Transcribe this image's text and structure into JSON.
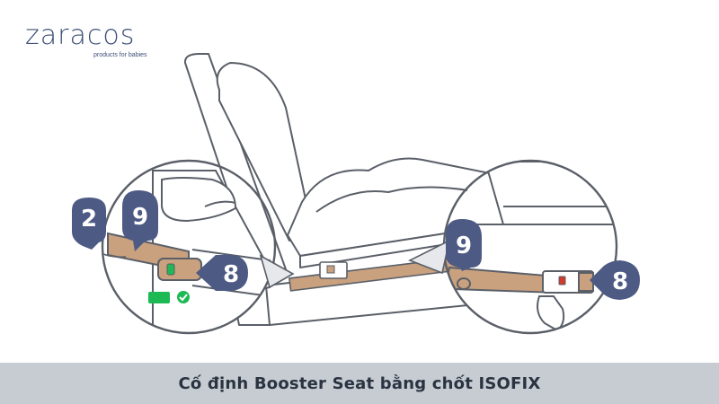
{
  "brand": {
    "name": "zaracos",
    "tagline": "products for babies"
  },
  "diagram": {
    "callouts": [
      {
        "id": "left-2",
        "label": "2"
      },
      {
        "id": "left-9",
        "label": "9"
      },
      {
        "id": "left-8",
        "label": "8"
      },
      {
        "id": "right-9",
        "label": "9"
      },
      {
        "id": "right-8",
        "label": "8"
      }
    ],
    "colors": {
      "callout": "#4d5a84",
      "connector": "#c9a17e",
      "indicator_green": "#1db954",
      "indicator_red": "#d23a2a",
      "outline": "#5a5f68"
    }
  },
  "caption": {
    "text": "Cố định Booster Seat bằng chốt ISOFIX",
    "background": "#c6ccd1"
  }
}
